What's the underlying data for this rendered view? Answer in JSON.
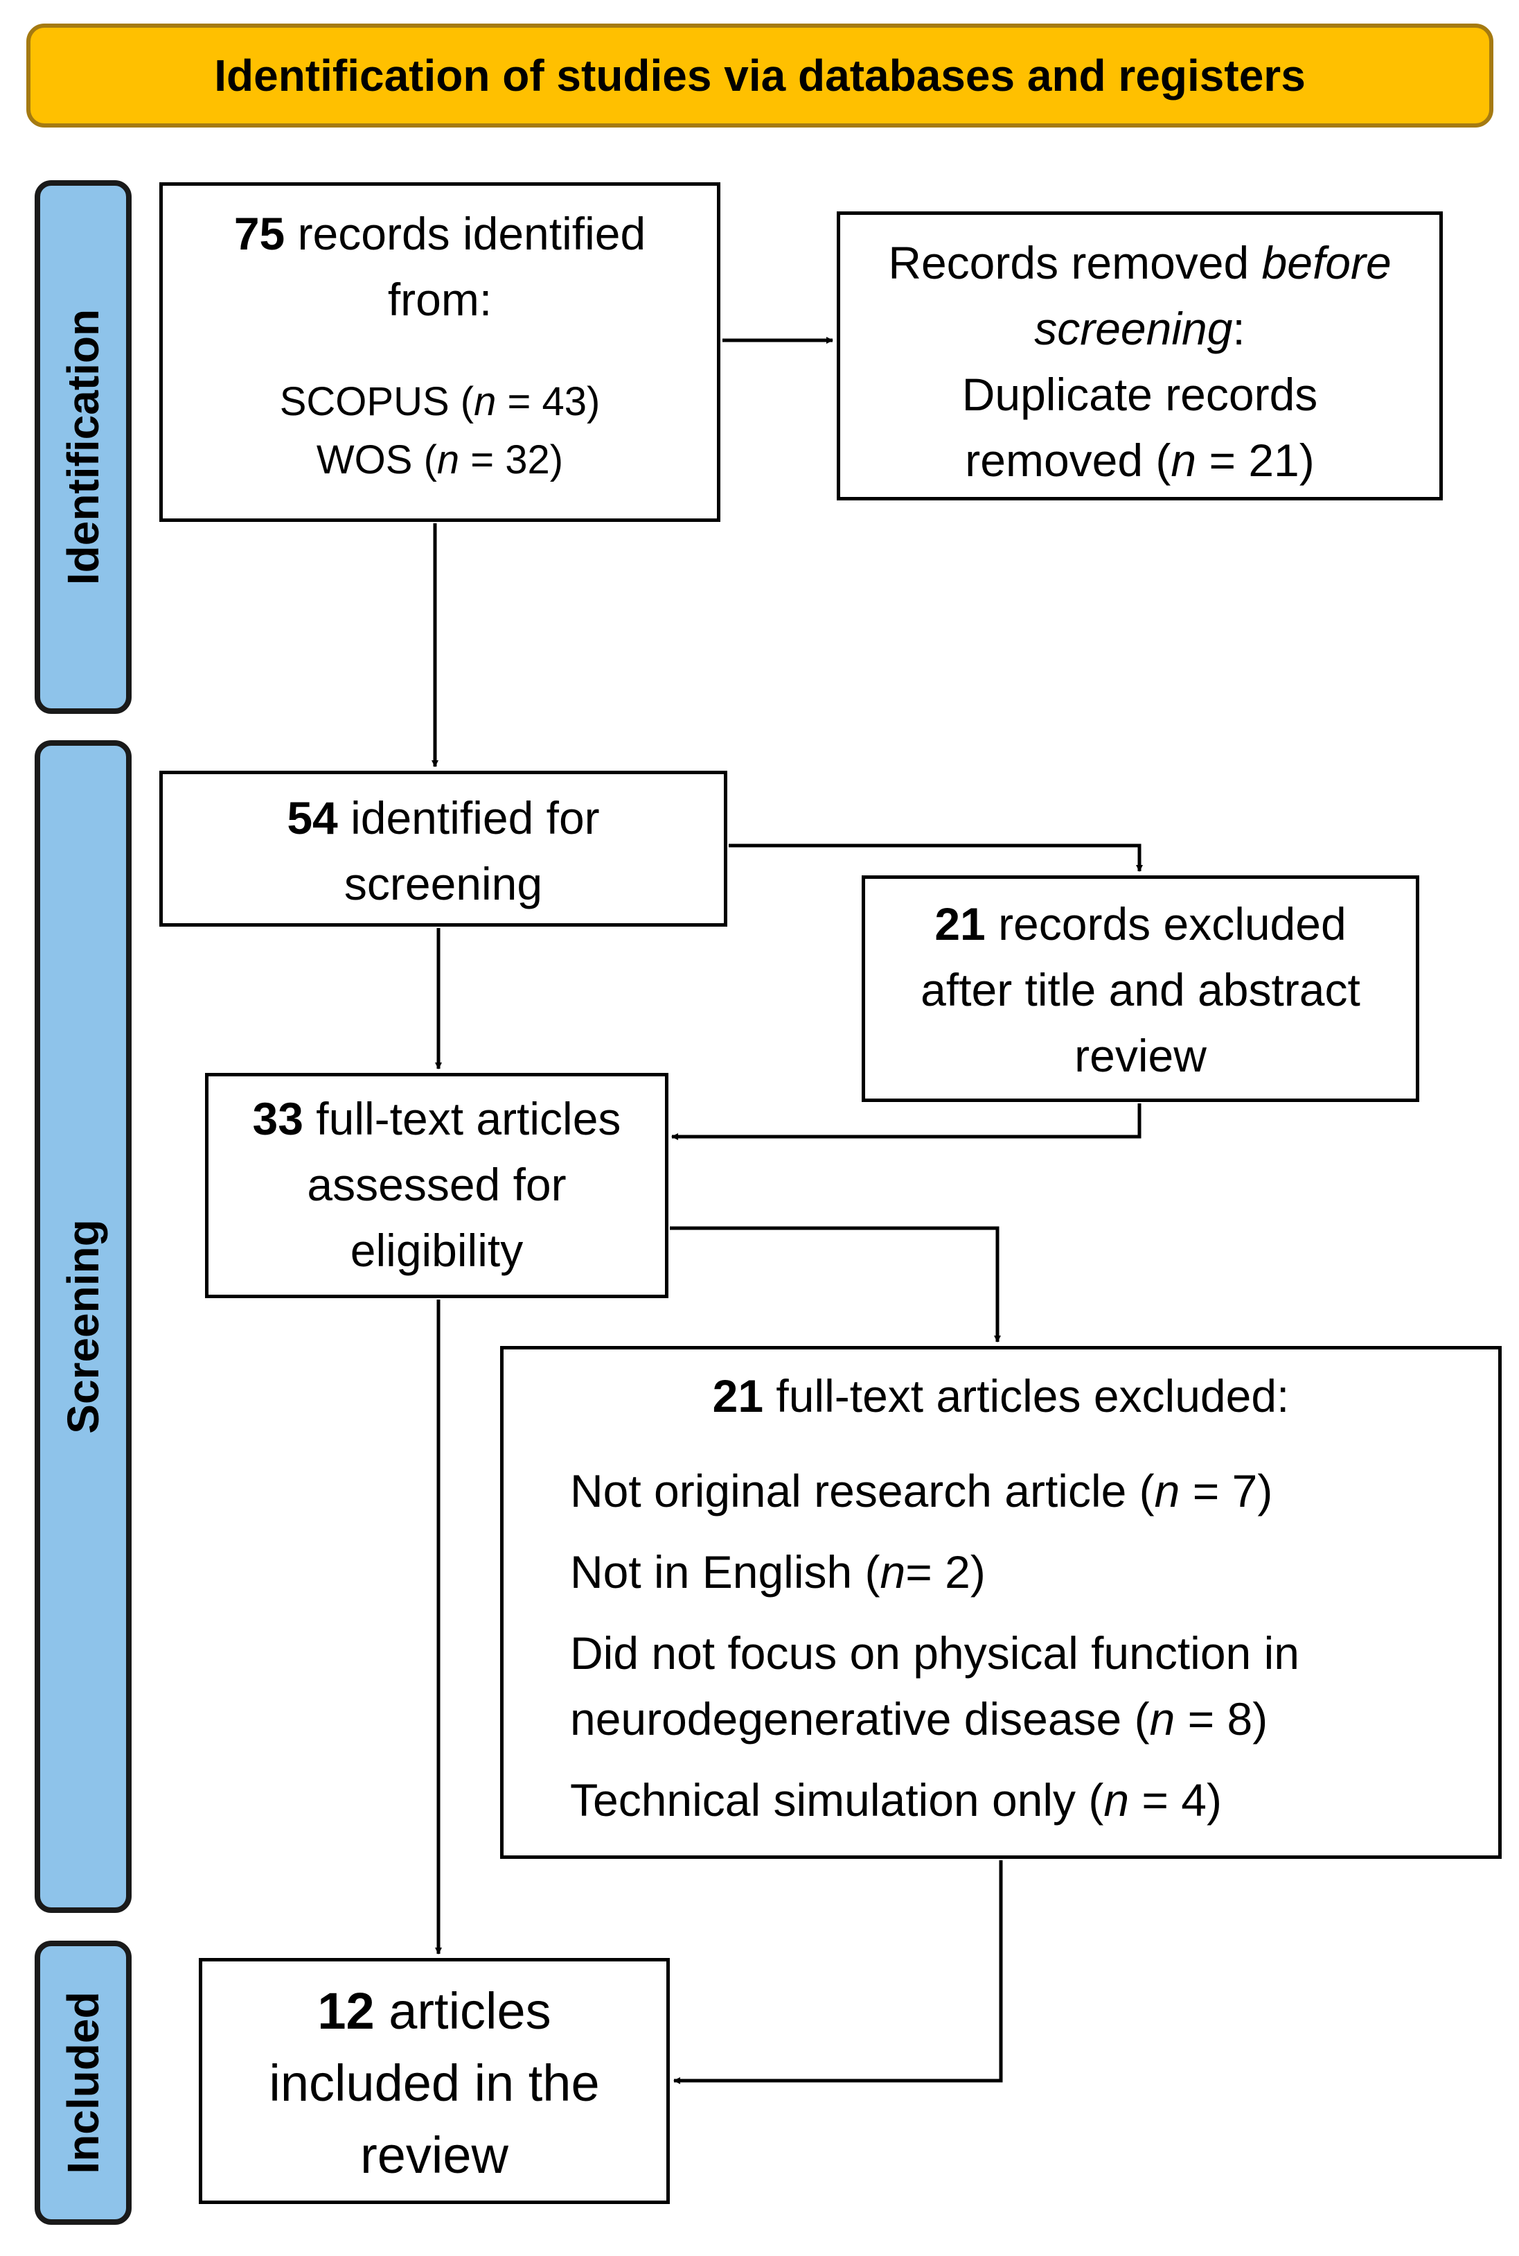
{
  "header": {
    "title": "Identification of studies via databases and registers"
  },
  "phases": {
    "identification": "Identification",
    "screening": "Screening",
    "included": "Included"
  },
  "boxes": {
    "records_identified": {
      "count": "75",
      "text": " records identified",
      "line2": "from:",
      "sources": [
        {
          "name": "SCOPUS (",
          "n_label": "n",
          "value": " = 43)"
        },
        {
          "name": "WOS (",
          "n_label": "n",
          "value": " = 32)"
        }
      ]
    },
    "records_removed": {
      "line1_a": "Records removed ",
      "line1_b": "before",
      "line2_a": "screening",
      "line2_b": ":",
      "line3": "Duplicate records",
      "line4_a": "removed (",
      "n_label": "n",
      "line4_b": " = 21)"
    },
    "identified_screening": {
      "count": "54",
      "text": " identified for",
      "line2": "screening"
    },
    "excluded_title_abstract": {
      "count": "21",
      "text": " records excluded",
      "line2": "after title and abstract",
      "line3": "review"
    },
    "fulltext_assessed": {
      "count": "33",
      "text": " full-text articles",
      "line2": "assessed for",
      "line3": "eligibility"
    },
    "fulltext_excluded": {
      "count": "21",
      "text": " full-text articles excluded:",
      "reasons": [
        {
          "line1": "Not original research article (",
          "n_label": "n",
          "value": " = 7)"
        },
        {
          "line1": "Not in English (",
          "n_label": "n",
          "value": "= 2)"
        },
        {
          "line1": "Did not focus on physical function in",
          "line2": "neurodegenerative disease (",
          "n_label": "n",
          "value": " = 8)"
        },
        {
          "line1": "Technical simulation only (",
          "n_label": "n",
          "value": " = 4)"
        }
      ]
    },
    "included": {
      "count": "12",
      "text": " articles",
      "line2": "included in the",
      "line3": "review"
    }
  }
}
